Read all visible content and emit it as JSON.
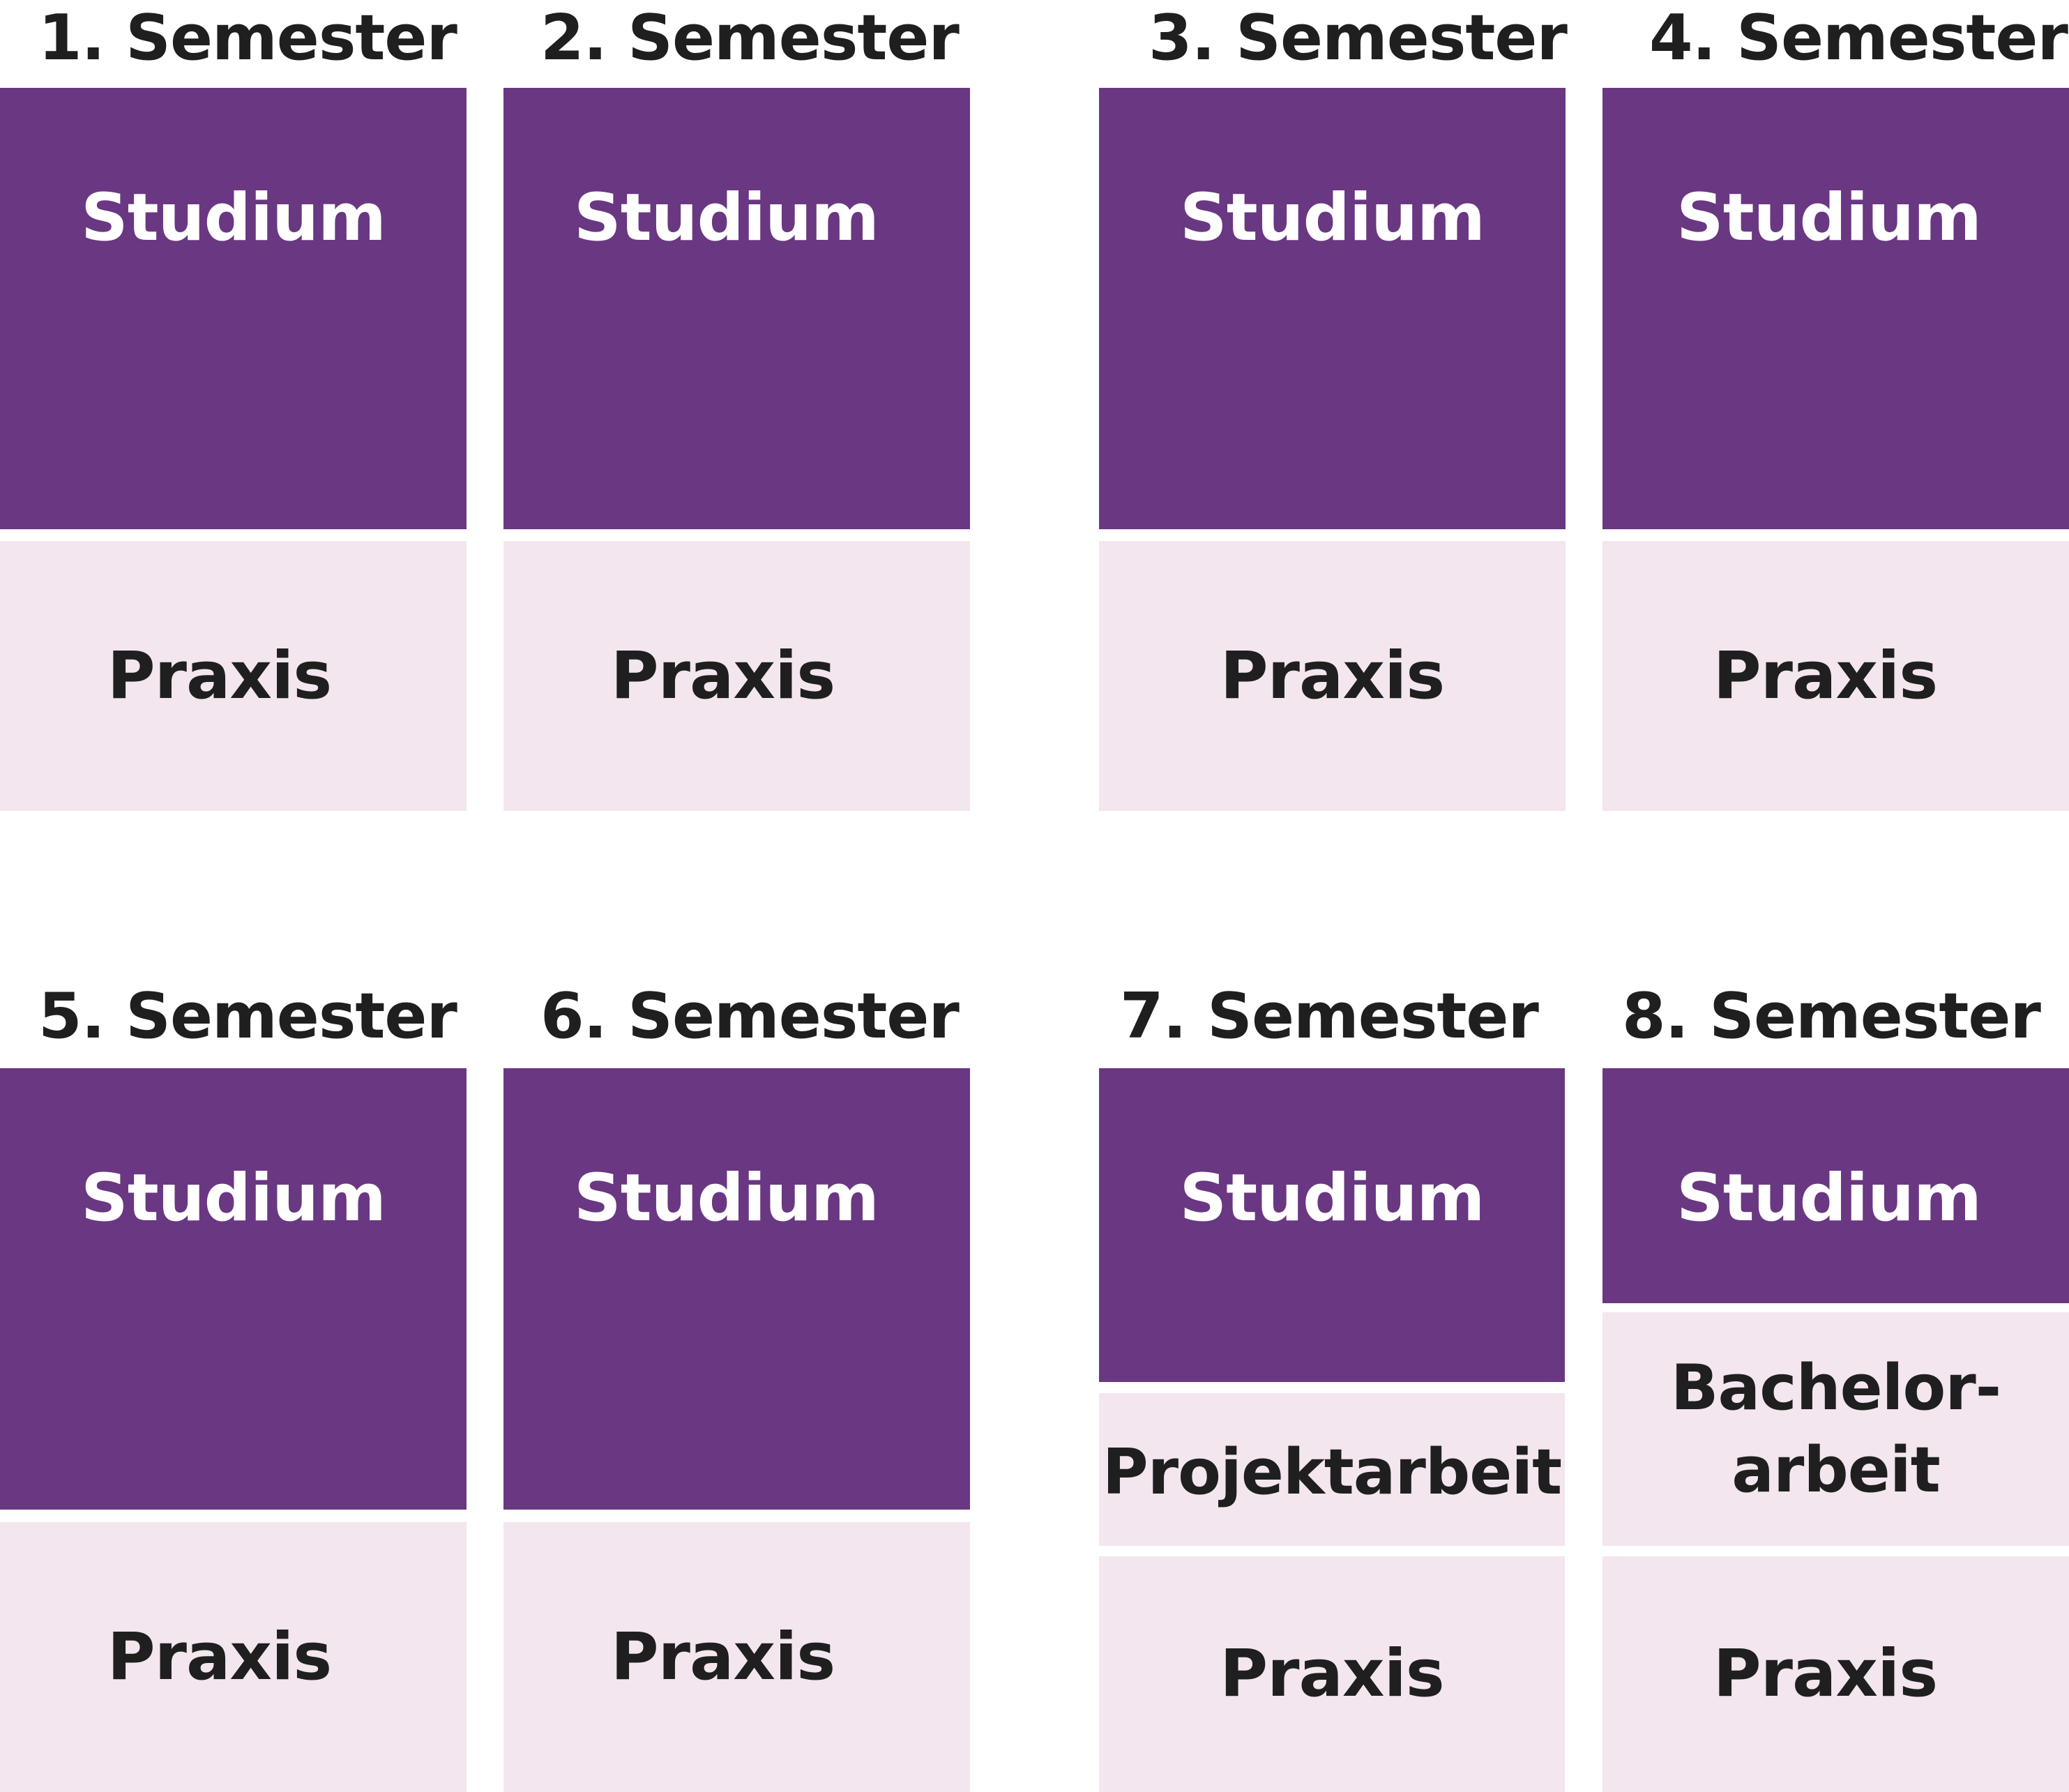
{
  "colors": {
    "studium": "#6a3782",
    "light": "#f3e6ef",
    "text_dark": "#1f1f1f",
    "text_light": "#ffffff"
  },
  "semesters": [
    {
      "title": "1. Semester",
      "blocks": [
        {
          "kind": "studium",
          "label": "Studium"
        },
        {
          "kind": "praxis",
          "label": "Praxis"
        }
      ]
    },
    {
      "title": "2. Semester",
      "blocks": [
        {
          "kind": "studium",
          "label": "Studium"
        },
        {
          "kind": "praxis",
          "label": "Praxis"
        }
      ]
    },
    {
      "title": "3. Semester",
      "blocks": [
        {
          "kind": "studium",
          "label": "Studium"
        },
        {
          "kind": "praxis",
          "label": "Praxis"
        }
      ]
    },
    {
      "title": "4. Semester",
      "blocks": [
        {
          "kind": "studium",
          "label": "Studium"
        },
        {
          "kind": "praxis",
          "label": "Praxis"
        }
      ]
    },
    {
      "title": "5. Semester",
      "blocks": [
        {
          "kind": "studium",
          "label": "Studium"
        },
        {
          "kind": "praxis",
          "label": "Praxis"
        }
      ]
    },
    {
      "title": "6. Semester",
      "blocks": [
        {
          "kind": "studium",
          "label": "Studium"
        },
        {
          "kind": "praxis",
          "label": "Praxis"
        }
      ]
    },
    {
      "title": "7. Semester",
      "blocks": [
        {
          "kind": "studium",
          "label": "Studium"
        },
        {
          "kind": "project",
          "label": "Projektarbeit"
        },
        {
          "kind": "praxis",
          "label": "Praxis"
        }
      ]
    },
    {
      "title": "8. Semester",
      "blocks": [
        {
          "kind": "studium",
          "label": "Studium"
        },
        {
          "kind": "thesis",
          "label": "Bachelor-\narbeit"
        },
        {
          "kind": "praxis",
          "label": "Praxis"
        }
      ]
    }
  ]
}
